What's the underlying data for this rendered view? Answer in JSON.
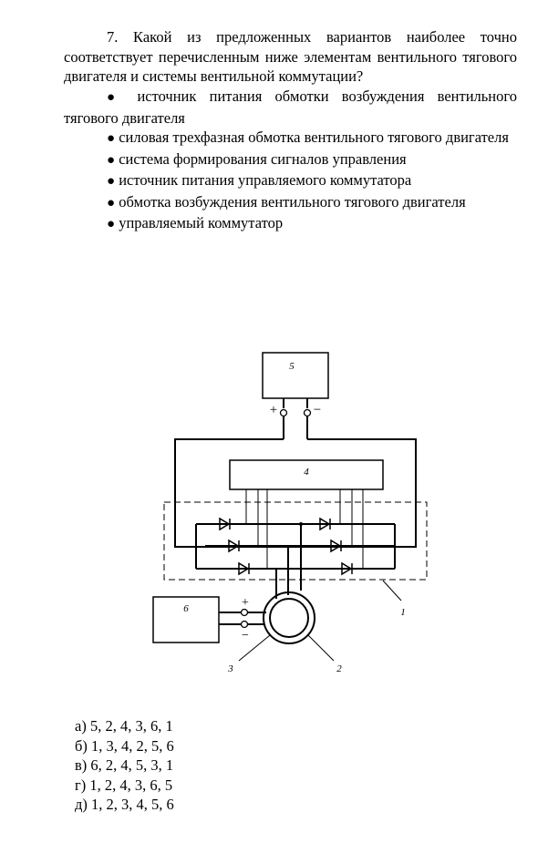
{
  "question": {
    "text": "7. Какой из предложенных вариантов наиболее точно соответствует перечисленным ниже элементам вентильного тягового двигателя и системы вентильной коммутации?"
  },
  "bullet": "●",
  "options": [
    "источник питания обмотки возбуждения вентильного тягового двигателя",
    "силовая трехфазная обмотка вентильного тягового двигателя",
    "система формирования сигналов управления",
    "источник питания управляемого коммутатора",
    "обмотка возбуждения вентильного тягового двигателя",
    "управляемый коммутатор"
  ],
  "diagram": {
    "labels": {
      "block5": "5",
      "block4": "4",
      "block6": "6",
      "label1": "1",
      "label2": "2",
      "label3": "3",
      "plus_top": "+",
      "minus_top": "−",
      "plus_left": "+",
      "minus_left": "−"
    }
  },
  "answers": [
    "а) 5, 2, 4, 3, 6, 1",
    "б) 1, 3, 4, 2, 5, 6",
    "в) 6, 2, 4, 5, 3, 1",
    "г) 1, 2, 4, 3, 6, 5",
    "д) 1, 2, 3, 4, 5, 6"
  ]
}
